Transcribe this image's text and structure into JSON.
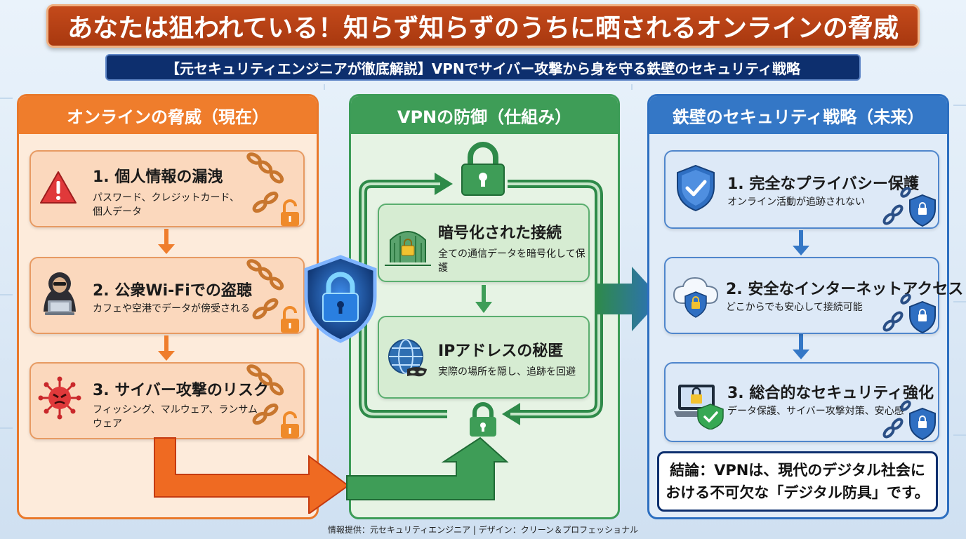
{
  "header": {
    "title": "あなたは狙われている！知らず知らずのうちに晒されるオンラインの脅威",
    "subtitle": "【元セキュリティエンジニアが徹底解説】VPNでサイバー攻撃から身を守る鉄壁のセキュリティ戦略"
  },
  "colors": {
    "threat": "#ef7d2c",
    "vpn": "#3e9d57",
    "future": "#3477c6",
    "header": "#a8380f",
    "navy": "#0d2f6e"
  },
  "threats": {
    "heading": "オンラインの脅威（現在）",
    "items": [
      {
        "title": "1. 個人情報の漏洩",
        "desc": "パスワード、クレジットカード、個人データ",
        "icon": "warning-icon"
      },
      {
        "title": "2. 公衆Wi-Fiでの盗聴",
        "desc": "カフェや空港でデータが傍受される",
        "icon": "hacker-icon"
      },
      {
        "title": "3. サイバー攻撃のリスク",
        "desc": "フィッシング、マルウェア、ランサムウェア",
        "icon": "virus-icon"
      }
    ]
  },
  "vpn": {
    "heading": "VPNの防御（仕組み）",
    "items": [
      {
        "title": "暗号化された接続",
        "desc": "全ての通信データを暗号化して保護",
        "icon": "encrypted-tunnel-icon"
      },
      {
        "title": "IPアドレスの秘匿",
        "desc": "実際の場所を隠し、追跡を回避",
        "icon": "globe-mask-icon"
      }
    ]
  },
  "future": {
    "heading": "鉄壁のセキュリティ戦略（未来）",
    "items": [
      {
        "title": "1. 完全なプライバシー保護",
        "desc": "オンライン活動が追跡されない",
        "icon": "shield-check-icon"
      },
      {
        "title": "2. 安全なインターネットアクセス",
        "desc": "どこからでも安心して接続可能",
        "icon": "cloud-lock-icon"
      },
      {
        "title": "3. 総合的なセキュリティ強化",
        "desc": "データ保護、サイバー攻撃対策、安心感",
        "icon": "laptop-lock-icon"
      }
    ],
    "conclusion_line1": "結論：VPNは、現代のデジタル社会に",
    "conclusion_line2": "おける不可欠な「デジタル防具」です。"
  },
  "footer": "情報提供：元セキュリティエンジニア | デザイン：クリーン＆プロフェッショナル"
}
